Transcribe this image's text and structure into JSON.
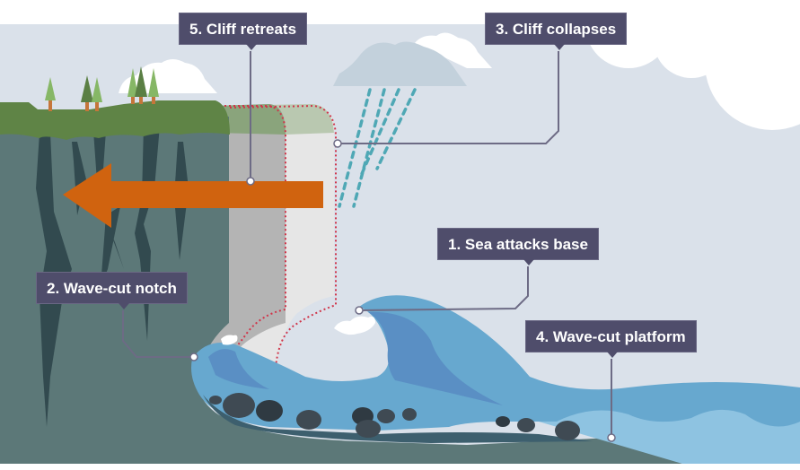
{
  "title": "Cliff erosion and wave-cut platform formation",
  "labels": [
    {
      "id": "sea-attacks-base",
      "text": "1. Sea attacks base"
    },
    {
      "id": "wave-cut-notch",
      "text": "2. Wave-cut notch"
    },
    {
      "id": "cliff-collapses",
      "text": "3. Cliff collapses"
    },
    {
      "id": "wave-cut-platform",
      "text": "4. Wave-cut platform"
    },
    {
      "id": "cliff-retreats",
      "text": "5. Cliff retreats"
    }
  ],
  "colors": {
    "sky": "#dae1ea",
    "cliff_rock": "#5c7878",
    "cliff_crack": "#324a4f",
    "grass": "#5f8446",
    "tree_light": "#86b766",
    "tree_dark": "#5a7f44",
    "tree_trunk": "#c5763a",
    "former_cliff_1": "#b4b4b4",
    "former_cliff_2": "#e6e6e6",
    "former_grass": "#a7b99c",
    "dotted_outline": "#d0354a",
    "arrow": "#d0630f",
    "sea_mid": "#67a8cf",
    "sea_dark": "#5a8fc4",
    "sea_light": "#8ec3e1",
    "rain": "#4fa8b5",
    "rain_cloud": "#c3d1dc",
    "label_bg": "#4f4d6b",
    "leader_line": "#6d6b85",
    "rock": "#3f4a53"
  },
  "icons": {
    "arrow": "left-arrow-icon",
    "rain_cloud": "rain-cloud-icon",
    "cloud": "cloud-icon",
    "tree": "tree-icon",
    "wave": "wave-icon"
  }
}
